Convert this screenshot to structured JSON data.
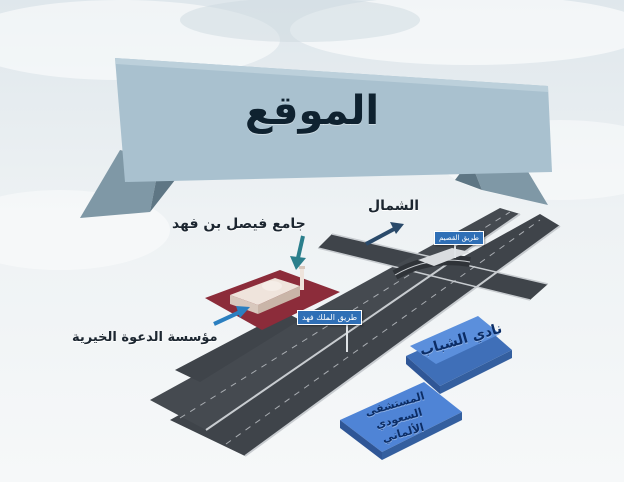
{
  "title": "الموقع",
  "labels": {
    "north": "الشمال",
    "mosque": "جامع فيصل بن فهد",
    "dawah": "مؤسسة الدعوة الخيرية"
  },
  "signs": {
    "qassim": "طريق القصيم",
    "king_fahd": "طريق الملك فهد"
  },
  "blocks": {
    "youth_club": "نادي الشباب",
    "hospital": "المستشفى السعودي الألماني"
  },
  "colors": {
    "banner": "#a9c1cf",
    "road": "#3f444a",
    "block": "#4f84d6",
    "sign": "#2f6fb6",
    "mosque_ground": "#8c2c3a",
    "arrow": "#2b7f8c"
  },
  "icons": [
    "north-arrow-icon",
    "mosque-pointer-arrow-icon",
    "dawah-pointer-arrow-icon"
  ]
}
